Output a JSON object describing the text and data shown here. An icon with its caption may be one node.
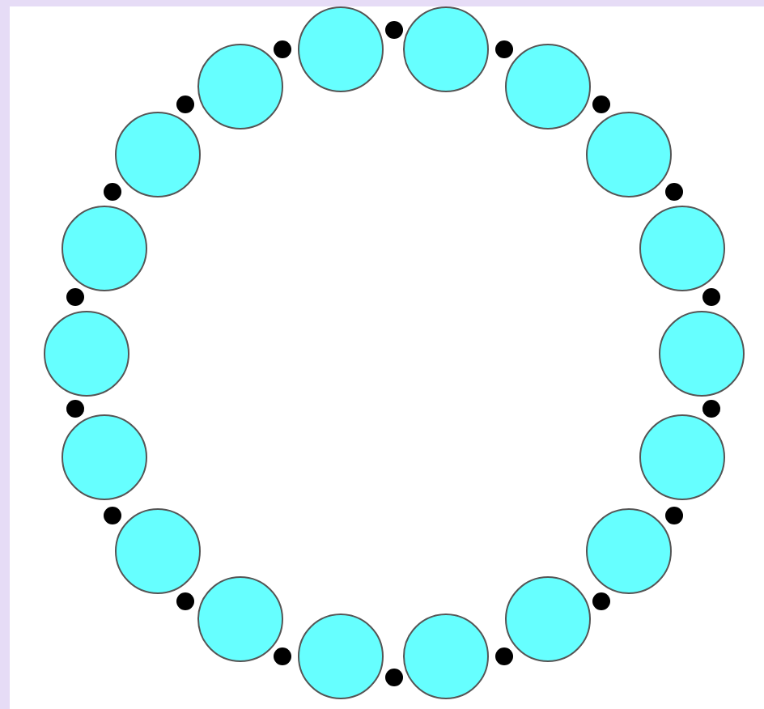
{
  "diagram": {
    "nodes": [
      {
        "text": [],
        "shape": "dot"
      },
      {
        "text": [],
        "shape": "circle"
      },
      {
        "text": [],
        "shape": "dot"
      },
      {
        "text": [],
        "shape": "circle"
      },
      {
        "text": [],
        "shape": "dot"
      },
      {
        "text": [],
        "shape": "circle"
      },
      {
        "text": [],
        "shape": "dot"
      },
      {
        "text": [],
        "shape": "circle"
      },
      {
        "text": [],
        "shape": "dot"
      },
      {
        "text": [],
        "shape": "circle"
      },
      {
        "text": [],
        "shape": "dot"
      },
      {
        "text": [],
        "shape": "circle"
      },
      {
        "text": [],
        "shape": "dot"
      },
      {
        "text": [],
        "shape": "circle"
      },
      {
        "text": [],
        "shape": "dot"
      },
      {
        "text": [],
        "shape": "circle"
      },
      {
        "text": [],
        "shape": "dot"
      },
      {
        "text": [],
        "shape": "circle"
      },
      {
        "text": [],
        "shape": "dot"
      },
      {
        "text": [],
        "shape": "circle"
      },
      {
        "text": [],
        "shape": "dot"
      },
      {
        "text": [],
        "shape": "circle"
      },
      {
        "text": [],
        "shape": "dot"
      },
      {
        "text": [],
        "shape": "circle"
      },
      {
        "text": [],
        "shape": "dot"
      },
      {
        "text": [],
        "shape": "circle"
      },
      {
        "text": [],
        "shape": "dot"
      },
      {
        "text": [],
        "shape": "circle"
      },
      {
        "text": [],
        "shape": "dot"
      },
      {
        "text": [],
        "shape": "circle"
      },
      {
        "text": [],
        "shape": "dot"
      },
      {
        "text": [],
        "shape": "circle"
      },
      {
        "text": [],
        "shape": "dot"
      },
      {
        "text": [],
        "shape": "circle"
      },
      {
        "text": [],
        "shape": "dot"
      },
      {
        "text": [],
        "shape": "circle"
      }
    ]
  }
}
